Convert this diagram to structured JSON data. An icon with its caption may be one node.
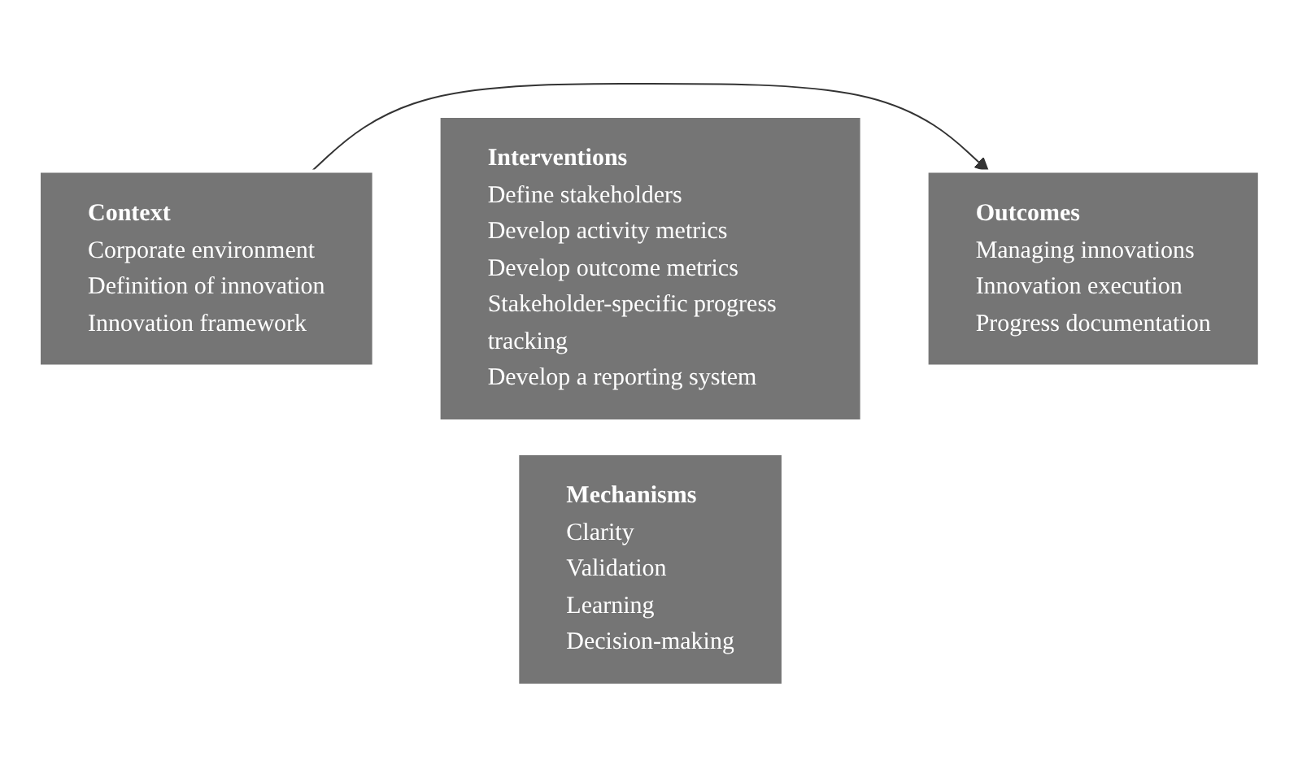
{
  "diagram": {
    "nodes": [
      {
        "text": [
          "Context",
          "Corporate environment",
          "Definition of innovation",
          "Innovation framework"
        ]
      },
      {
        "text": [
          "Interventions",
          "Define stakeholders",
          "Develop activity metrics",
          "Develop outcome metrics",
          "Stakeholder-specific progress tracking",
          "Develop a reporting system"
        ]
      },
      {
        "text": [
          "Mechanisms",
          "Clarity",
          "Validation",
          "Learning",
          "Decision-making"
        ]
      },
      {
        "text": [
          "Outcomes",
          "Managing innovations",
          "Innovation execution",
          "Progress documentation"
        ]
      }
    ],
    "edges": [
      {
        "from": 0,
        "to": 3,
        "arrow": "to"
      }
    ]
  }
}
